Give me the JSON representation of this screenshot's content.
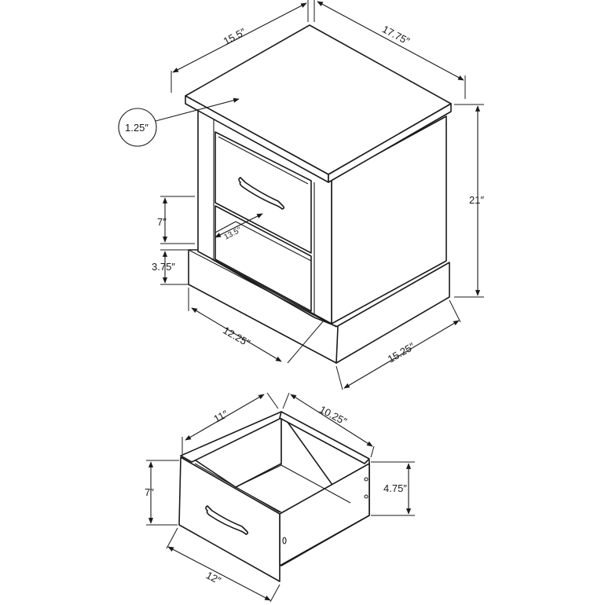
{
  "top_view": {
    "dims": {
      "top_depth": "15.5″",
      "top_width": "17.75″",
      "top_thickness": "1.25″",
      "height": "21″",
      "drawer_height": "7″",
      "shelf_depth": "13.5″",
      "base_height": "3.75″",
      "front_width": "12.25″",
      "side_depth": "15.25″"
    }
  },
  "drawer_view": {
    "dims": {
      "drawer_depth": "11″",
      "drawer_width": "10.25″",
      "front_height": "7″",
      "inner_height": "4.75″",
      "front_width": "12″"
    }
  }
}
